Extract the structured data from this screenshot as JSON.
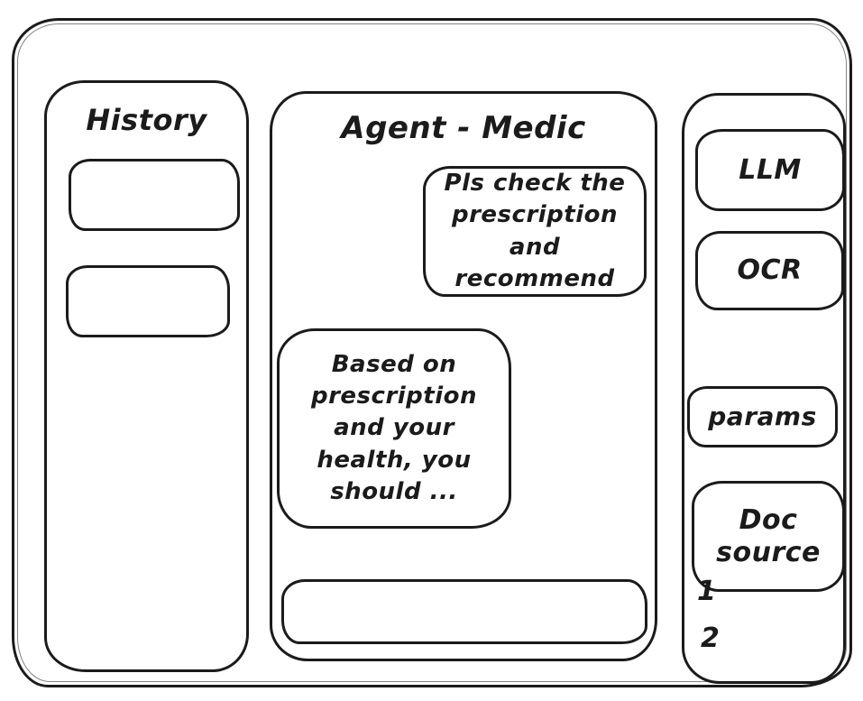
{
  "left_sidebar": {
    "title": "History",
    "items": [
      {
        "label": ""
      },
      {
        "label": ""
      }
    ]
  },
  "chat": {
    "title": "Agent - Medic",
    "messages": [
      {
        "role": "user",
        "text": "Pls check the prescription and recommend"
      },
      {
        "role": "assistant",
        "text": "Based on prescription and your health, you should ..."
      }
    ],
    "composer": {
      "value": "",
      "placeholder": ""
    }
  },
  "right_sidebar": {
    "tools": [
      {
        "label": "LLM"
      },
      {
        "label": "OCR"
      },
      {
        "label": "params"
      },
      {
        "label": "Doc source"
      }
    ],
    "doc_source_items": [
      "1",
      "2"
    ]
  },
  "colors": {
    "stroke": "#1b1b1b",
    "background": "#ffffff"
  }
}
